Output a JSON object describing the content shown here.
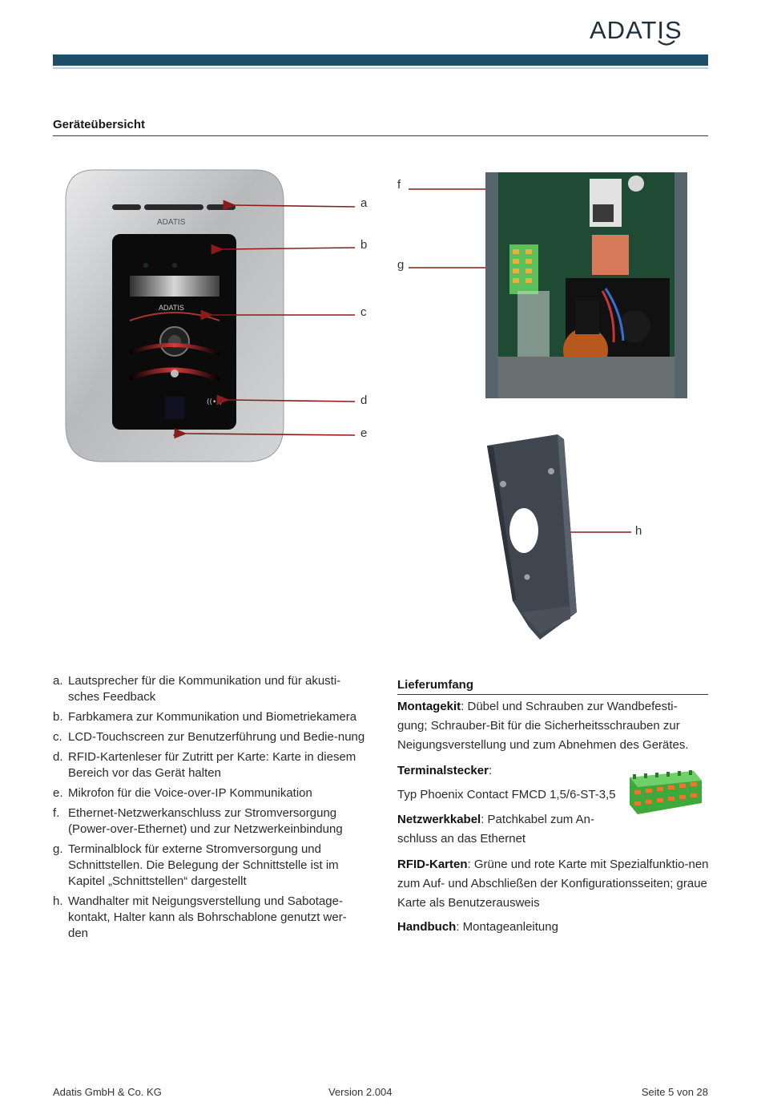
{
  "header": {
    "logo_text": "ADATIS"
  },
  "section": {
    "title": "Geräteübersicht"
  },
  "figure": {
    "device_brand": "ADATIS",
    "callouts": [
      "a",
      "b",
      "c",
      "d",
      "e",
      "f",
      "g",
      "h"
    ]
  },
  "features": [
    {
      "marker": "a.",
      "text": "Lautsprecher für die Kommunikation und für akusti-sches Feedback"
    },
    {
      "marker": "b.",
      "text": "Farbkamera zur Kommunikation und Biometriekamera"
    },
    {
      "marker": "c.",
      "text": "LCD-Touchscreen zur Benutzerführung und Bedie-nung"
    },
    {
      "marker": "d.",
      "text": "RFID-Kartenleser für Zutritt per Karte: Karte in diesem Bereich vor das Gerät halten"
    },
    {
      "marker": "e.",
      "text": "Mikrofon für die Voice-over-IP Kommunikation"
    },
    {
      "marker": "f.",
      "text": "Ethernet-Netzwerkanschluss zur Stromversorgung (Power-over-Ethernet) und zur Netzwerkeinbindung"
    },
    {
      "marker": "g.",
      "text": "Terminalblock für externe Stromversorgung und Schnittstellen. Die Belegung der Schnittstelle ist im Kapitel „Schnittstellen“ dargestellt"
    },
    {
      "marker": "h.",
      "text": "Wandhalter mit Neigungsverstellung und Sabotage-kontakt, Halter kann als Bohrschablone genutzt wer-den"
    }
  ],
  "lieferumfang": {
    "title": "Lieferumfang",
    "montagekit_label": "Montagekit",
    "montagekit_text": ": Dübel und Schrauben zur Wandbefesti-gung; Schrauber-Bit für die Sicherheitsschrauben zur Neigungsverstellung und zum Abnehmen des Gerätes.",
    "terminal_label": "Terminalstecker",
    "terminal_colon": ":",
    "terminal_type": "Typ Phoenix Contact FMCD 1,5/6-ST-3,5",
    "netz_label": "Netzwerkkabel",
    "netz_text": ": Patchkabel zum An-schluss an das Ethernet",
    "rfid_label": "RFID-Karten",
    "rfid_text": ": Grüne und rote Karte mit Spezialfunktio-nen zum Auf- und Abschließen der Konfigurationsseiten; graue Karte als Benutzerausweis",
    "handbuch_label": "Handbuch",
    "handbuch_text": ": Montageanleitung"
  },
  "footer": {
    "company": "Adatis GmbH & Co. KG",
    "version": "Version 2.004",
    "page": "Seite 5 von 28"
  },
  "colors": {
    "header_bar": "#1f4e69",
    "arrow": "#8b1c1c",
    "terminal_green": "#3fa83a"
  }
}
